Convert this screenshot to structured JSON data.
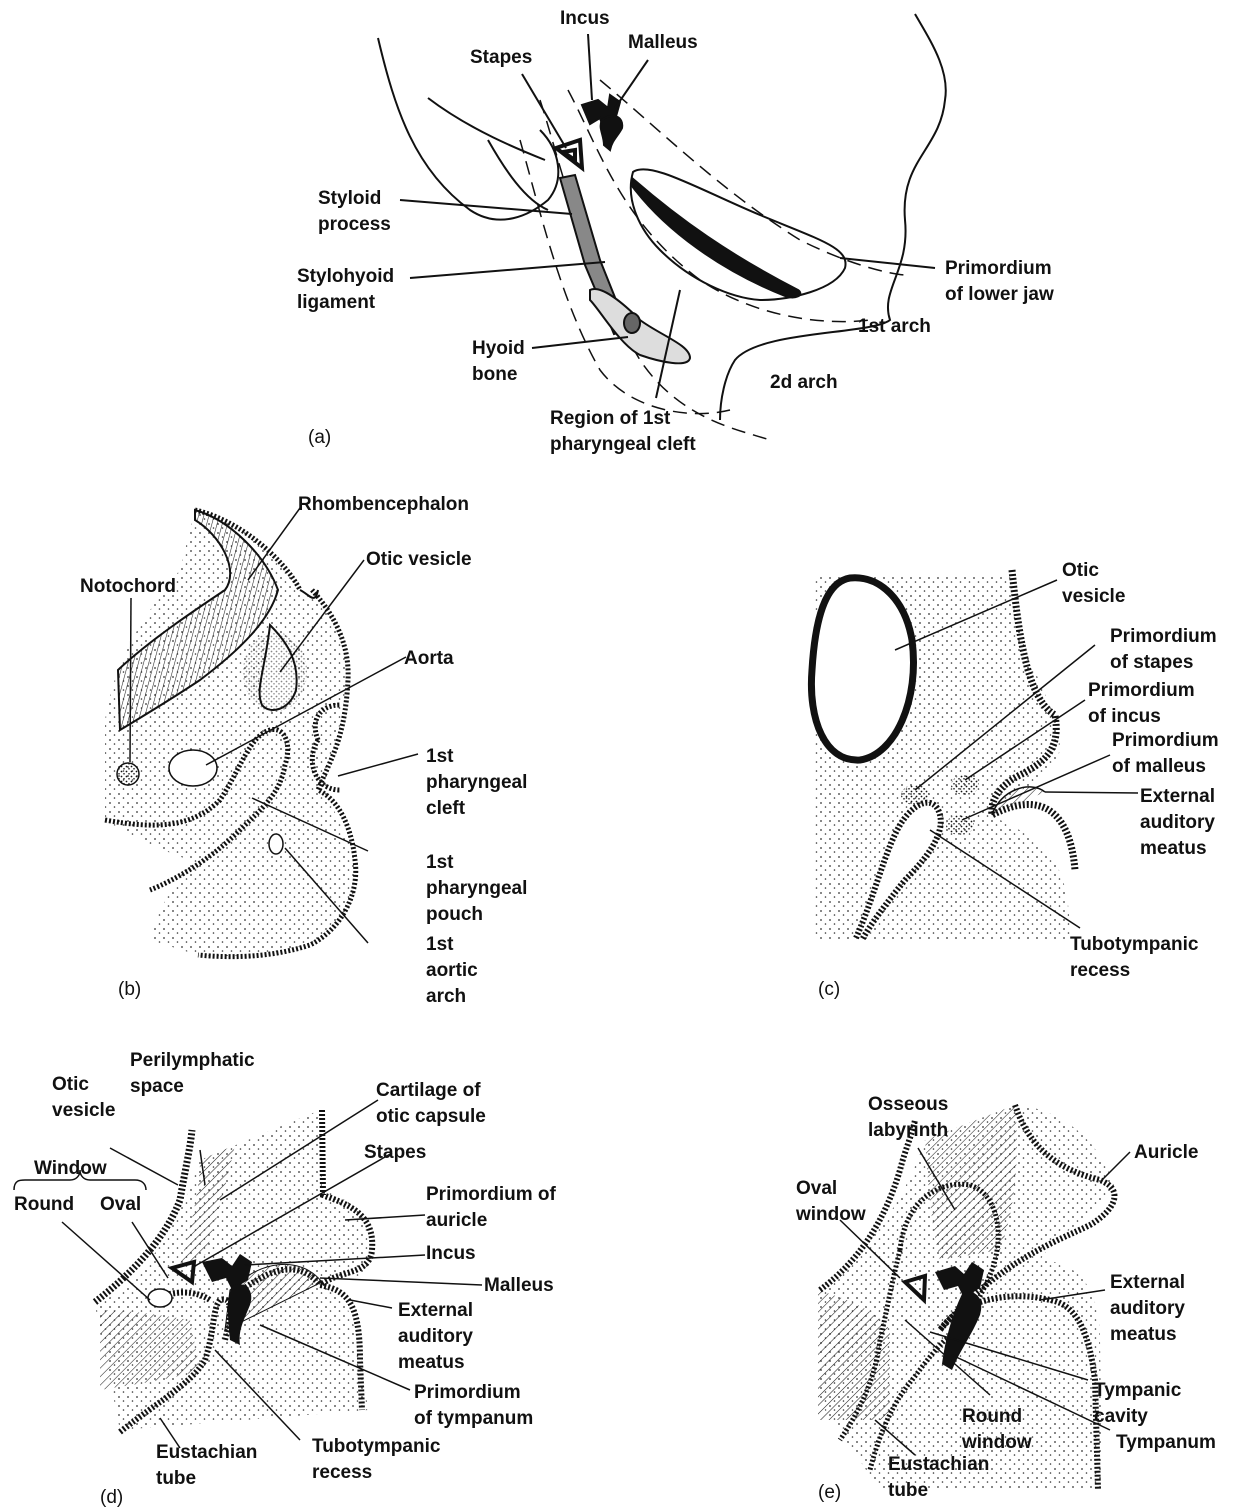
{
  "panels": [
    {
      "tag": "(a)",
      "labels": [
        "Incus",
        "Malleus",
        "Stapes",
        "Styloid\nprocess",
        "Stylohyoid\nligament",
        "Hyoid\nbone",
        "Region of 1st\npharyngeal cleft",
        "2d arch",
        "1st arch",
        "Primordium\nof lower jaw"
      ]
    },
    {
      "tag": "(b)",
      "labels": [
        "Rhombencephalon",
        "Otic vesicle",
        "Notochord",
        "Aorta",
        "1st\npharyngeal\ncleft",
        "1st\npharyngeal\npouch",
        "1st\naortic\narch"
      ]
    },
    {
      "tag": "(c)",
      "labels": [
        "Otic\nvesicle",
        "Primordium\nof stapes",
        "Primordium\nof incus",
        "Primordium\nof malleus",
        "External\nauditory\nmeatus",
        "Tubotympanic\nrecess"
      ]
    },
    {
      "tag": "(d)",
      "labels": [
        "Perilymphatic\nspace",
        "Otic\nvesicle",
        "Window",
        "Round",
        "Oval",
        "Cartilage of\notic capsule",
        "Stapes",
        "Primordium of\nauricle",
        "Incus",
        "Malleus",
        "External\nauditory\nmeatus",
        "Primordium\nof tympanum",
        "Tubotympanic\nrecess",
        "Eustachian\ntube"
      ]
    },
    {
      "tag": "(e)",
      "labels": [
        "Osseous\nlabyrinth",
        "Auricle",
        "Oval\nwindow",
        "External\nauditory\nmeatus",
        "Tympanic\ncavity",
        "Round\nwindow",
        "Tympanum",
        "Eustachian\ntube"
      ]
    }
  ]
}
